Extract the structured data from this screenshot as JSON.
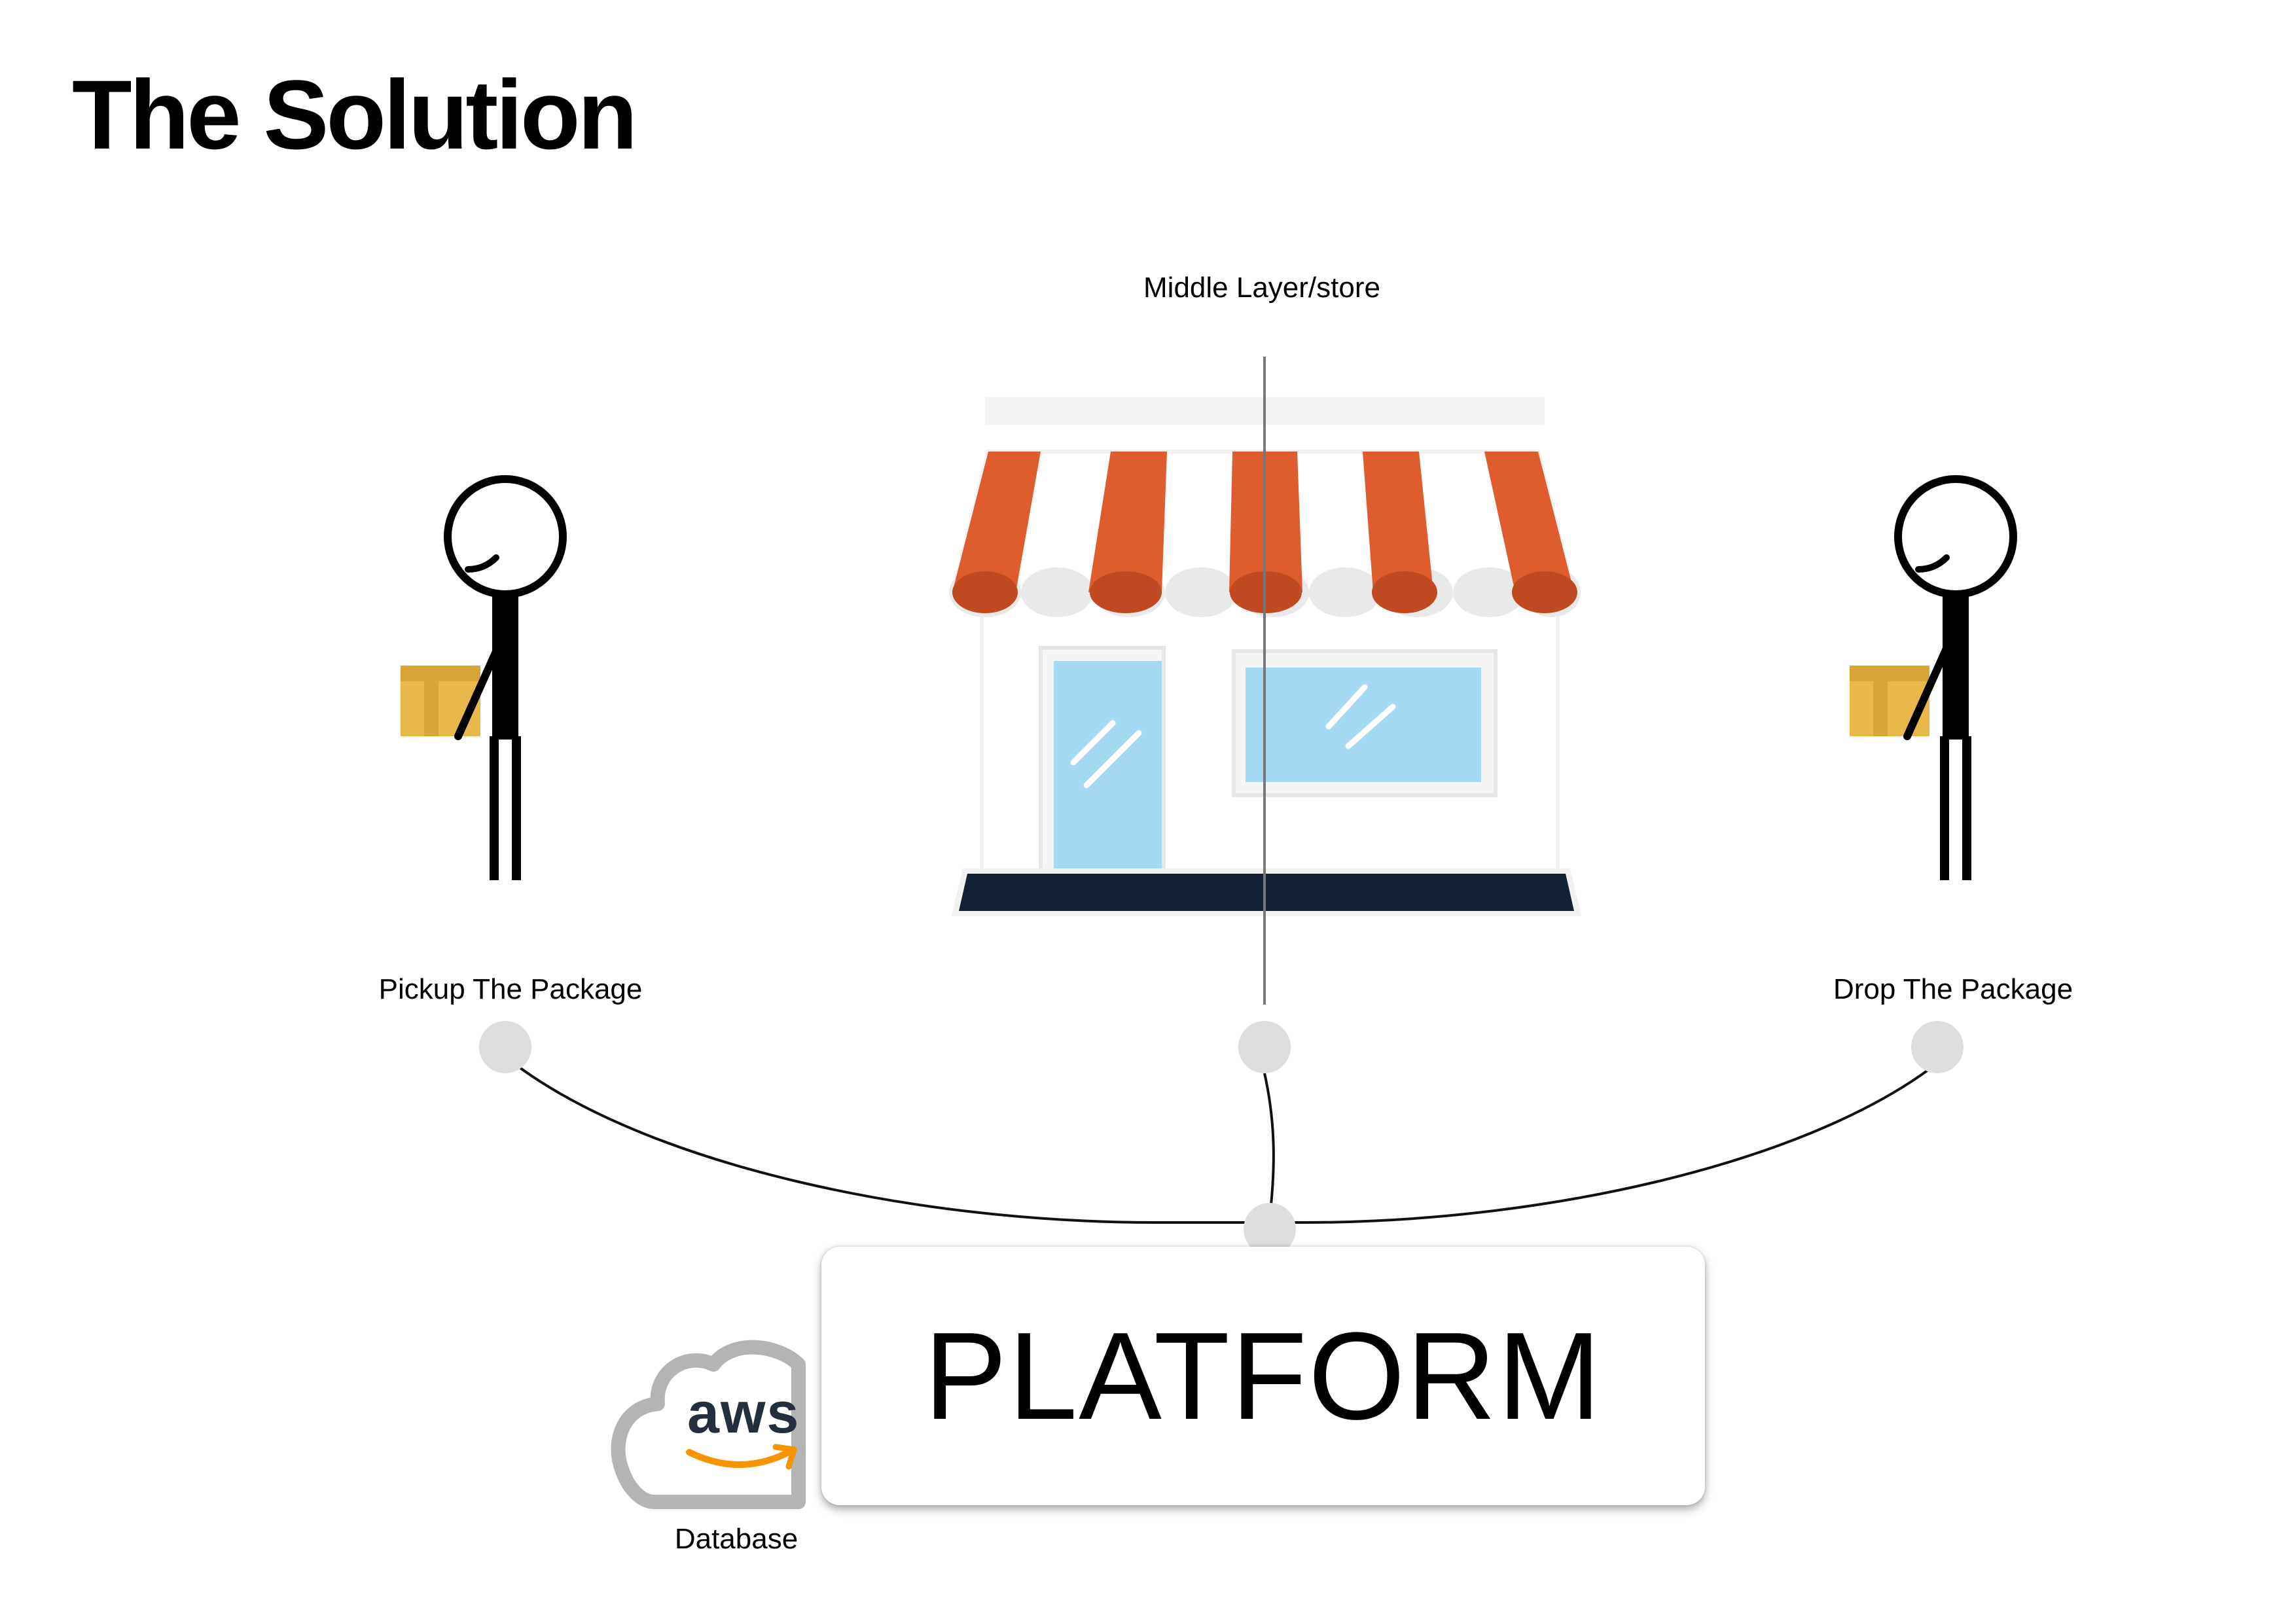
{
  "title": "The Solution",
  "labels": {
    "middle": "Middle Layer/store",
    "pickup": "Pickup The Package",
    "drop": "Drop The Package",
    "database": "Database"
  },
  "platform": {
    "label": "PLATFORM"
  },
  "aws": {
    "logo_text": "aws"
  },
  "colors": {
    "awning_orange": "#df5c2f",
    "awning_shadow": "#c04a22",
    "window_blue": "#a6d9f4",
    "base_navy": "#132137",
    "box_yellow": "#e9b84a",
    "node_gray": "#dedede",
    "cloud_gray": "#b4b4b4",
    "aws_orange": "#f79400"
  }
}
